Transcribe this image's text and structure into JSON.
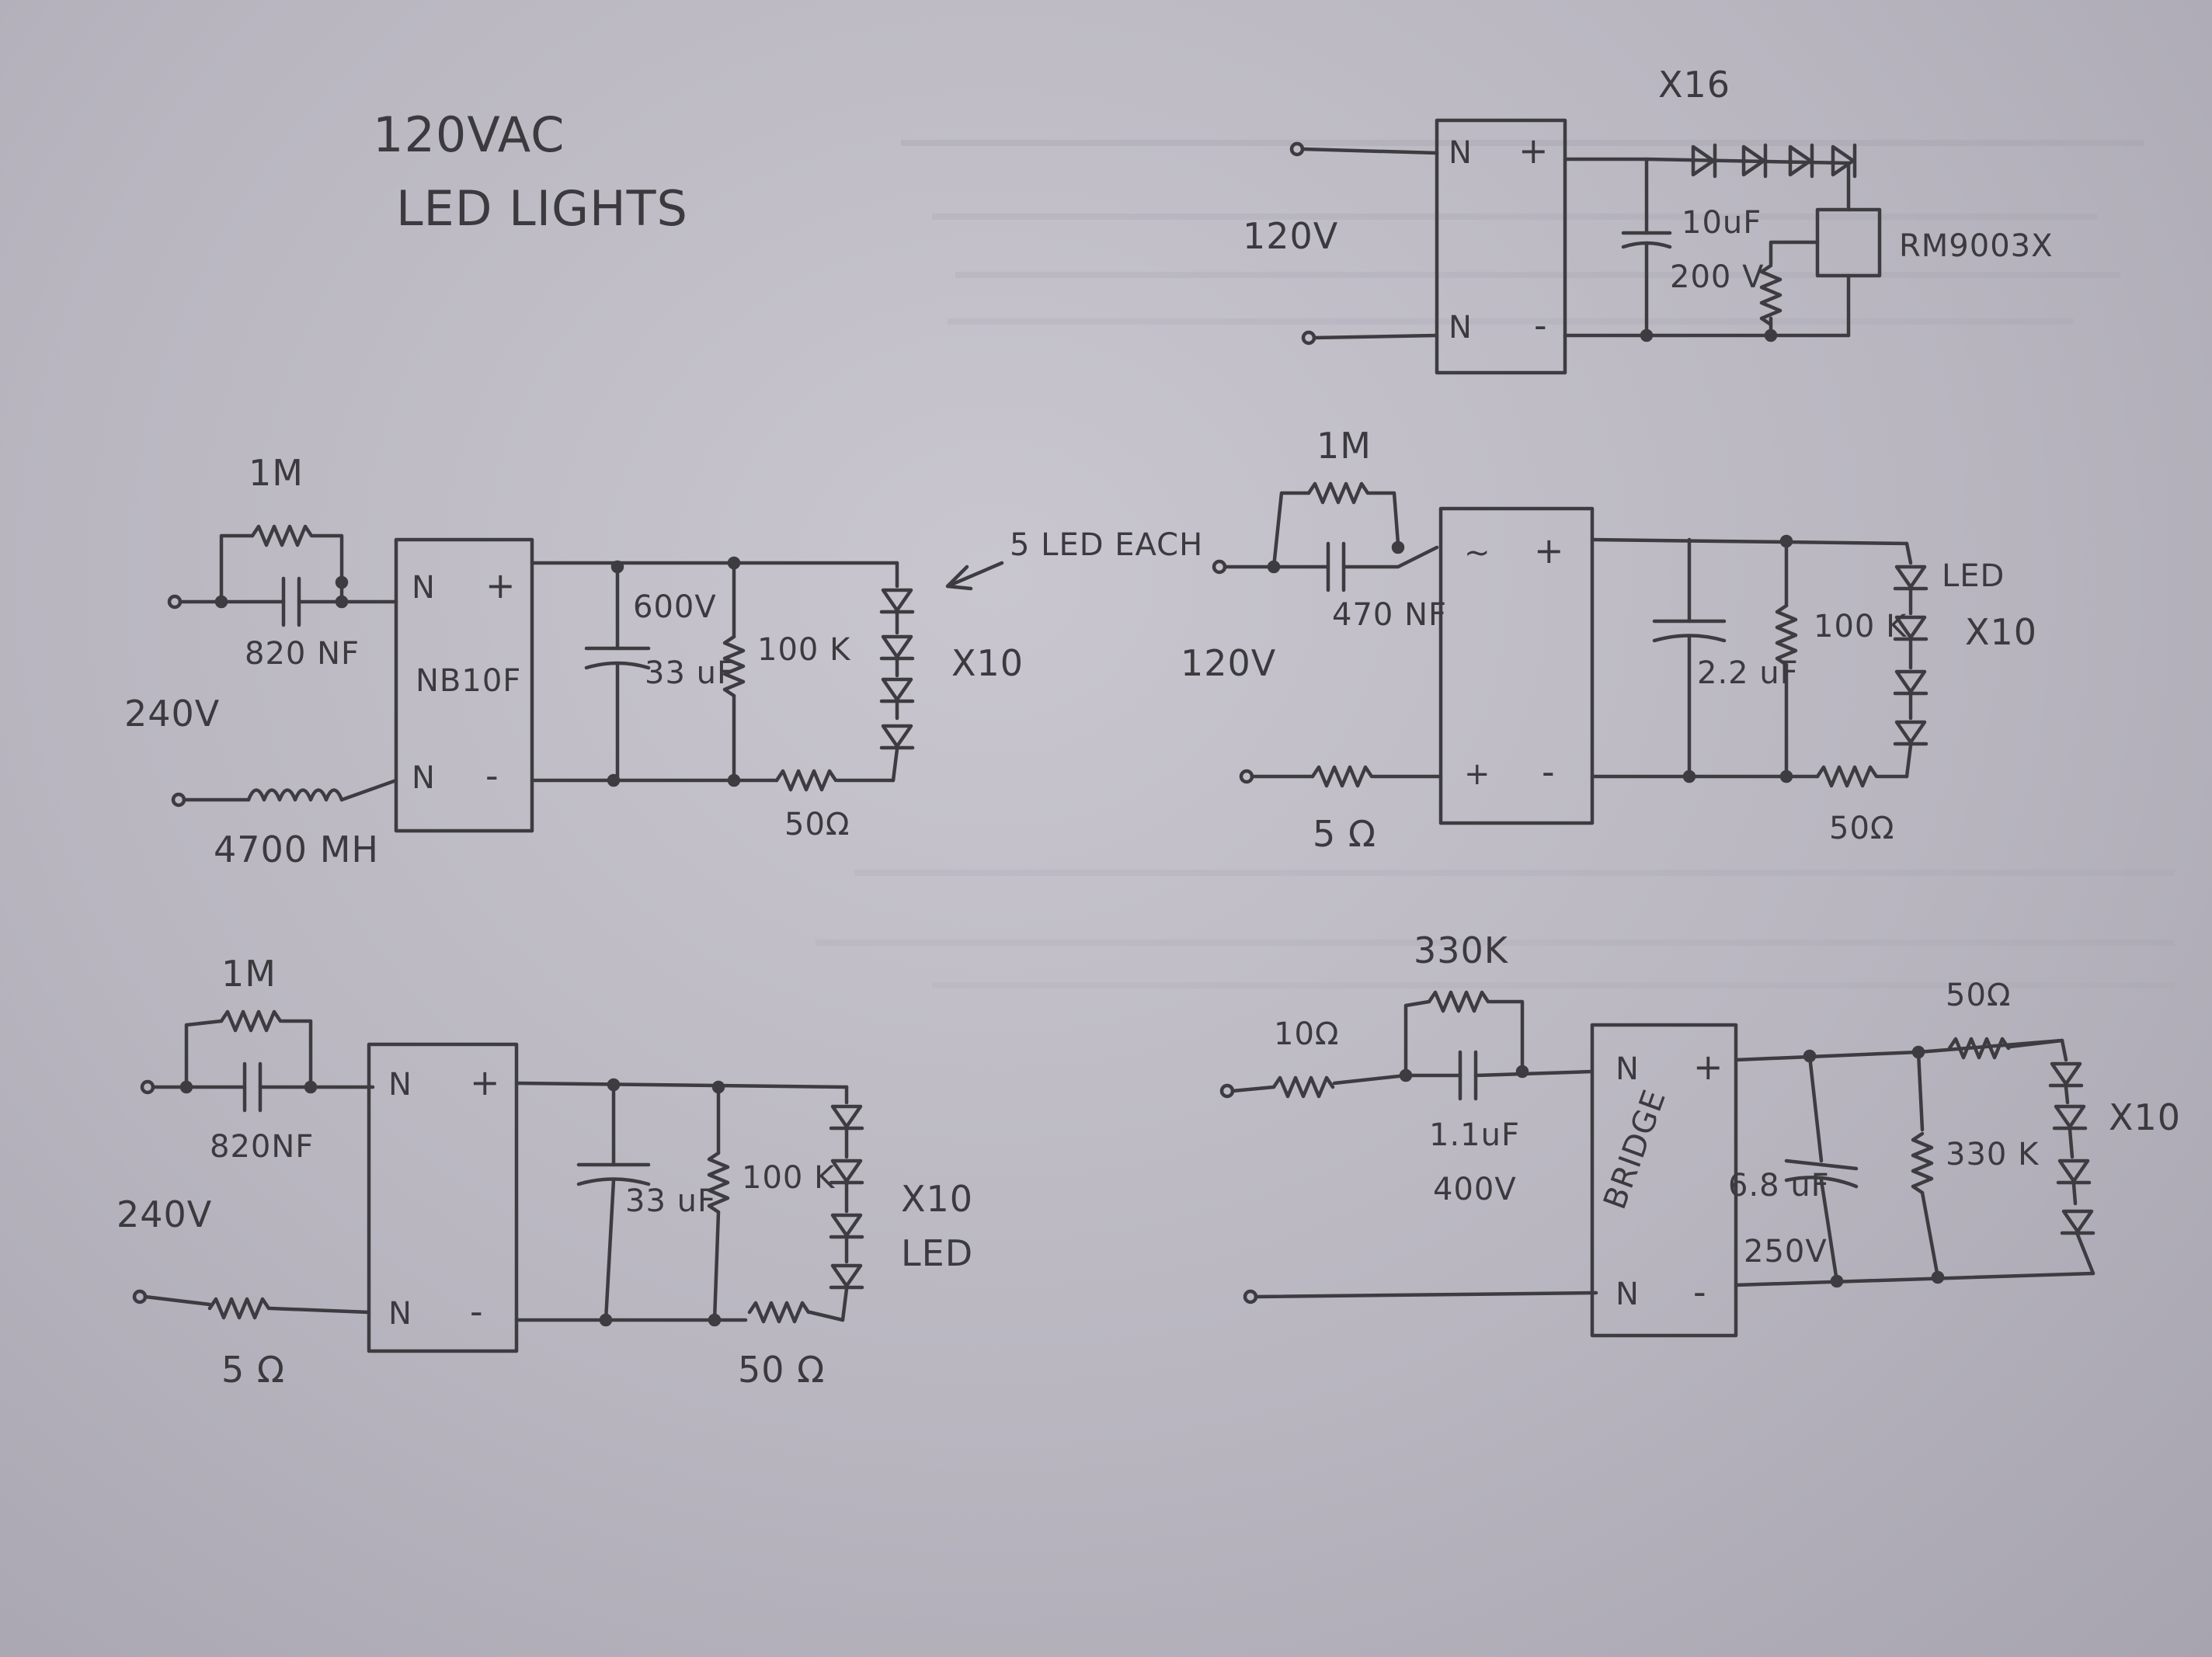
{
  "title": {
    "line1": "120VAC",
    "line2": "LED LIGHTS"
  },
  "circuits": {
    "top_right": {
      "count": "X16",
      "voltage": "120V",
      "cap": {
        "value": "10uF",
        "voltage": "200 V"
      },
      "regulator": "RM9003X",
      "plus": "+",
      "minus": "-",
      "ac_in": "N",
      "ac_out": "N"
    },
    "mid_left": {
      "resistor": "1M",
      "cap": "820 NF",
      "voltage": "240V",
      "inductor": "4700 MH",
      "bridge": "NB10F",
      "bulk_cap": {
        "voltage": "600V",
        "value": "33 uF"
      },
      "bleeder": "100 K",
      "series_res": "50Ω",
      "leds": "X10",
      "note": "5 LED EACH",
      "plus": "+",
      "minus": "-",
      "ac_in": "N",
      "ac_out": "N"
    },
    "mid_right": {
      "resistor": "1M",
      "cap": "470 NF",
      "voltage": "120V",
      "series_in": "5 Ω",
      "filter_cap": "2.2 uF",
      "bleeder": "100 K",
      "series_res": "50Ω",
      "led_label": "LED",
      "leds": "X10",
      "plus": "+",
      "minus": "-",
      "ac_in": "~",
      "ac_out": "+"
    },
    "bottom_left": {
      "resistor": "1M",
      "cap": "820NF",
      "voltage": "240V",
      "series_in": "5 Ω",
      "filter_cap": "33 uF",
      "bleeder": "100 K",
      "series_res": "50 Ω",
      "leds": "X10",
      "led_label": "LED",
      "plus": "+",
      "minus": "-",
      "ac_in": "N",
      "ac_out": "N"
    },
    "bottom_right": {
      "input_res": "10Ω",
      "resistor": "330K",
      "cap": {
        "value": "1.1uF",
        "voltage": "400V"
      },
      "bridge": "BRIDGE",
      "filter_cap": {
        "value": "6.8 uF",
        "voltage": "250V"
      },
      "bleeder": "330 K",
      "series_res": "50Ω",
      "leds": "X10",
      "plus": "+",
      "minus": "-",
      "ac_in": "N",
      "ac_out": "N"
    }
  },
  "colors": {
    "paper": "#bdbac4",
    "ink": "#3d3c40"
  }
}
